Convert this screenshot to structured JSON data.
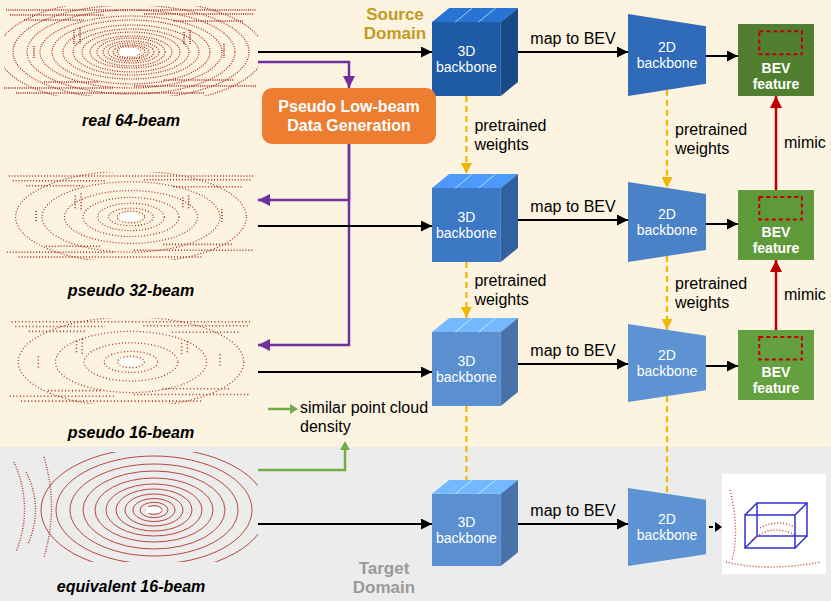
{
  "diagram": {
    "nodes": [
      {
        "text": [
          "Source Domain"
        ]
      },
      {
        "text": [
          "real 64-beam"
        ],
        "in": 0
      },
      {
        "text": [
          "3D backbone"
        ],
        "in": 0
      },
      {
        "text": [
          "2D backbone"
        ],
        "in": 0
      },
      {
        "text": [
          "BEV feature"
        ],
        "in": 0
      },
      {
        "text": [
          "Pseudo Low-beam Data Generation"
        ],
        "in": 0
      },
      {
        "text": [
          "pseudo 32-beam"
        ],
        "in": 0
      },
      {
        "text": [
          "3D backbone"
        ],
        "in": 0
      },
      {
        "text": [
          "2D backbone"
        ],
        "in": 0
      },
      {
        "text": [
          "BEV feature"
        ],
        "in": 0
      },
      {
        "text": [
          "pseudo 16-beam"
        ],
        "in": 0
      },
      {
        "text": [
          "3D backbone"
        ],
        "in": 0
      },
      {
        "text": [
          "2D backbone"
        ],
        "in": 0
      },
      {
        "text": [
          "BEV feature"
        ],
        "in": 0
      },
      {
        "text": [
          "Target Domain"
        ]
      },
      {
        "text": [
          "equivalent 16-beam"
        ],
        "in": 14
      },
      {
        "text": [
          "3D backbone"
        ],
        "in": 14
      },
      {
        "text": [
          "2D backbone"
        ],
        "in": 14
      }
    ],
    "edges": [
      {
        "from": 1,
        "to": 2,
        "arrow": "to"
      },
      {
        "from": 2,
        "to": 3,
        "label": "map to BEV",
        "arrow": "to"
      },
      {
        "from": 3,
        "to": 4,
        "arrow": "to"
      },
      {
        "from": 1,
        "to": 5,
        "arrow": "to"
      },
      {
        "from": 5,
        "to": 6,
        "arrow": "to"
      },
      {
        "from": 5,
        "to": 10,
        "arrow": "to"
      },
      {
        "from": 2,
        "to": 7,
        "label": "pretrained weights",
        "arrow": "to"
      },
      {
        "from": 3,
        "to": 8,
        "label": "pretrained weights",
        "arrow": "to"
      },
      {
        "from": 9,
        "to": 4,
        "label": "mimic",
        "arrow": "to"
      },
      {
        "from": 6,
        "to": 7,
        "arrow": "to"
      },
      {
        "from": 7,
        "to": 8,
        "label": "map to BEV",
        "arrow": "to"
      },
      {
        "from": 8,
        "to": 9,
        "arrow": "to"
      },
      {
        "from": 7,
        "to": 11,
        "label": "pretrained weights",
        "arrow": "to"
      },
      {
        "from": 8,
        "to": 12,
        "label": "pretrained weights",
        "arrow": "to"
      },
      {
        "from": 13,
        "to": 9,
        "label": "mimic",
        "arrow": "to"
      },
      {
        "from": 10,
        "to": 11,
        "arrow": "to"
      },
      {
        "from": 11,
        "to": 12,
        "label": "map to BEV",
        "arrow": "to"
      },
      {
        "from": 12,
        "to": 13,
        "arrow": "to"
      },
      {
        "from": 11,
        "to": 16,
        "arrow": "none"
      },
      {
        "from": 12,
        "to": 17,
        "arrow": "none"
      },
      {
        "from": 15,
        "to": 16,
        "arrow": "to"
      },
      {
        "from": 16,
        "to": 17,
        "label": "map to BEV",
        "arrow": "to"
      }
    ],
    "labels": [
      "similar point cloud density"
    ]
  }
}
